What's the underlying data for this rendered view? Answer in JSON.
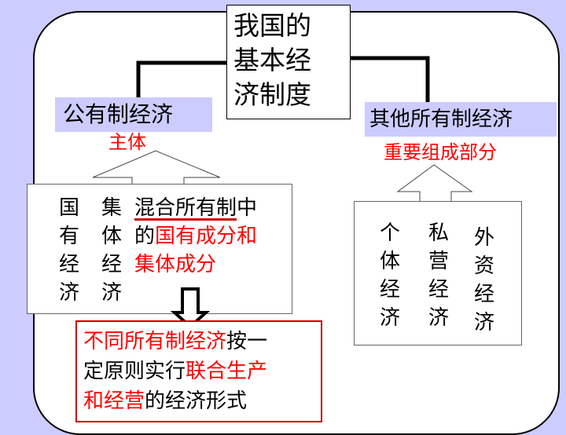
{
  "title": [
    "我国的",
    "基本经",
    "济制度"
  ],
  "left": {
    "label": "公有制经济",
    "sub": "主体",
    "col1": [
      "国",
      "有",
      "经",
      "济"
    ],
    "col2": [
      "集",
      "体",
      "经",
      "济"
    ],
    "mixed": {
      "line1_a": "混合所有制",
      "line1_b": "中",
      "line2_a": "的",
      "line2_b": "国有成分和",
      "line3": "集体成分"
    }
  },
  "right": {
    "label": "其他所有制经济",
    "sub": "重要组成部分",
    "col1": [
      "个",
      "体",
      "经",
      "济"
    ],
    "col2": [
      "私",
      "营",
      "经",
      "济"
    ],
    "col3": [
      "外",
      "资",
      "经",
      "济"
    ]
  },
  "bottom": {
    "line1_a": "不同所有制经济",
    "line1_b": "按一",
    "line2_a": "定原则实行",
    "line2_b": "联合生产",
    "line3_a": "和经营",
    "line3_b": "的经济形式"
  },
  "colors": {
    "background": "#ccccff",
    "label": "#ccccff",
    "emphasis": "#ff0000",
    "border": "#cc0000"
  }
}
